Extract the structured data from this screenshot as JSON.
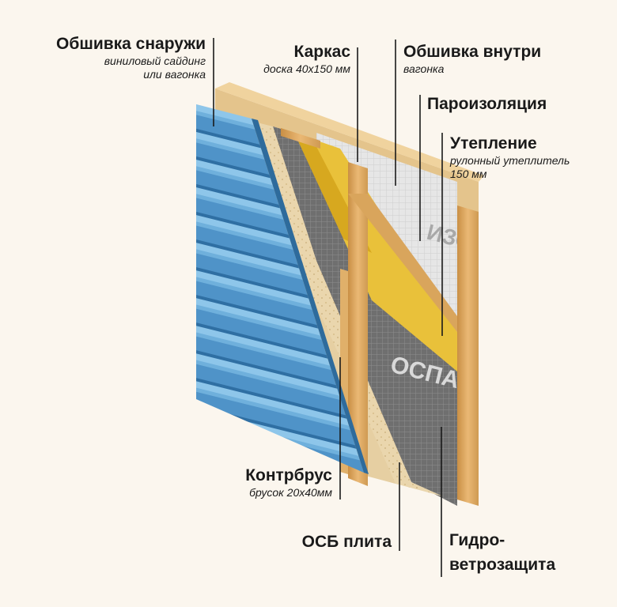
{
  "labels": {
    "outer_cladding": {
      "title": "Обшивка снаружи",
      "sub1": "виниловый сайдинг",
      "sub2": "или вагонка"
    },
    "frame": {
      "title": "Каркас",
      "sub": "доска 40х150 мм"
    },
    "inner_cladding": {
      "title": "Обшивка внутри",
      "sub": "вагонка"
    },
    "vapor_barrier": {
      "title": "Пароизоляция"
    },
    "insulation": {
      "title": "Утепление",
      "sub1": "рулонный утеплитель",
      "sub2": "150 мм"
    },
    "counter_batten": {
      "title": "Контрбрус",
      "sub": "брусок 20х40мм"
    },
    "osb": {
      "title": "ОСБ плита"
    },
    "wind_protection": {
      "title1": "Гидро-",
      "title2": "ветрозащита"
    }
  },
  "membrane_print": {
    "top": "ИЗС",
    "bottom": "ОСПАН"
  },
  "colors": {
    "background": "#fbf6ee",
    "siding": "#4f93c8",
    "osb": "#ead6ad",
    "insulation": "#e9c13a",
    "membrane": "#6f6f6f",
    "vapor": "#e4e4e4",
    "wood": "#e0b06a"
  }
}
